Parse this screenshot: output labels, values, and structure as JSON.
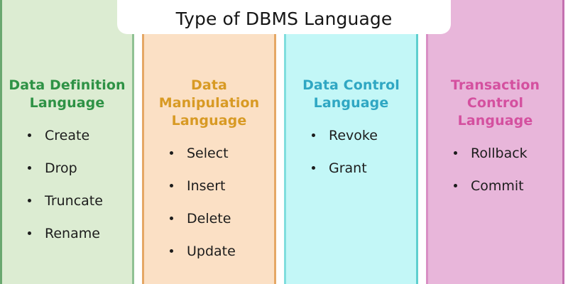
{
  "header": {
    "title": "Type of DBMS Language"
  },
  "columns": [
    {
      "id": "ddl",
      "heading": "Data Definition Language",
      "heading_color": "#2e9245",
      "background_color": "#dcecd2",
      "border_color": "#8fc193",
      "items": [
        "Create",
        "Drop",
        "Truncate",
        "Rename"
      ]
    },
    {
      "id": "dml",
      "heading": "Data Manipulation Language",
      "heading_color": "#d89a24",
      "background_color": "#fbe0c5",
      "border_color": "#e5a765",
      "items": [
        "Select",
        "Insert",
        "Delete",
        "Update"
      ]
    },
    {
      "id": "dcl",
      "heading": "Data Control Language",
      "heading_color": "#2fa7c3",
      "background_color": "#c3f7f7",
      "border_color": "#5fcfcf",
      "items": [
        "Revoke",
        "Grant"
      ]
    },
    {
      "id": "tcl",
      "heading": "Transaction Control Language",
      "heading_color": "#d4509f",
      "background_color": "#e8b6da",
      "border_color": "#c470b0",
      "items": [
        "Rollback",
        "Commit"
      ]
    }
  ]
}
